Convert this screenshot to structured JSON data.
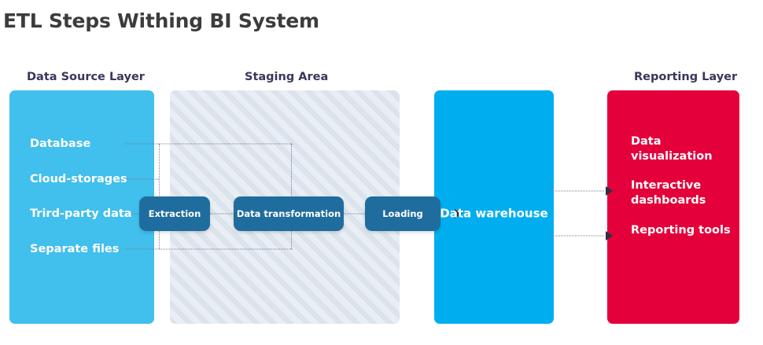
{
  "title": "ETL Steps Withing BI System",
  "colors": {
    "title_text": "#3c3c3b",
    "heading_text": "#39375b",
    "source_panel": "#41bfed",
    "staging_panel": "#dfe6ee",
    "warehouse_panel": "#00aeef",
    "reporting_panel": "#e4003a",
    "process_box": "#1f6d9e",
    "connector_line": "#7a7f93",
    "arrow": "#2b3148"
  },
  "headings": {
    "source": "Data Source Layer",
    "staging": "Staging Area",
    "reporting": "Reporting Layer"
  },
  "source_items": [
    {
      "label": "Database"
    },
    {
      "label": "Cloud-storages"
    },
    {
      "label": "Trird-party data"
    },
    {
      "label": "Separate files"
    }
  ],
  "process_boxes": [
    {
      "label": "Extraction"
    },
    {
      "label": "Data transformation"
    },
    {
      "label": "Loading"
    }
  ],
  "warehouse": {
    "label": "Data warehouse"
  },
  "reporting_items": [
    {
      "label": "Data visualization"
    },
    {
      "label": "Interactive dashboards"
    },
    {
      "label": "Reporting tools"
    }
  ]
}
